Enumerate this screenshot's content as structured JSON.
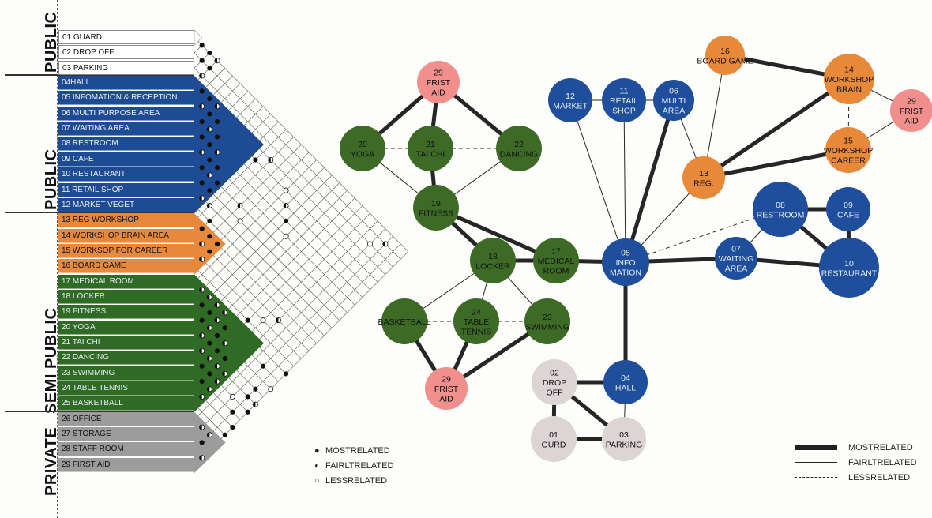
{
  "zones": [
    {
      "label": "PUBLIC",
      "color": "#ffffff",
      "text": "light"
    },
    {
      "label": "PUBLIC",
      "color": "#1d4c94",
      "text": "dark"
    },
    {
      "label": "PUBLIC",
      "color": "#e7883a",
      "text": "light"
    },
    {
      "label": "SEMI PUBLIC",
      "color": "#2f6b24",
      "text": "dark"
    },
    {
      "label": "PRIVATE",
      "color": "#9c9c9c",
      "text": "light"
    }
  ],
  "rooms": [
    {
      "label": "01 GUARD",
      "zone": 0
    },
    {
      "label": "02 DROP OFF",
      "zone": 0
    },
    {
      "label": "03 PARKING",
      "zone": 0
    },
    {
      "label": "04HALL",
      "zone": 1
    },
    {
      "label": "05 INFOMATION & RECEPTION",
      "zone": 1
    },
    {
      "label": "06 MULTI PURPOSE AREA",
      "zone": 1
    },
    {
      "label": "07 WAITING AREA",
      "zone": 1
    },
    {
      "label": "08 RESTROOM",
      "zone": 1
    },
    {
      "label": "09 CAFE",
      "zone": 1
    },
    {
      "label": "10 RESTAURANT",
      "zone": 1
    },
    {
      "label": "11 RETAIL SHOP",
      "zone": 1
    },
    {
      "label": "12 MARKET VEGET",
      "zone": 1
    },
    {
      "label": "13 REG WORKSHOP",
      "zone": 2
    },
    {
      "label": "14 WORKSHOP BRAIN AREA",
      "zone": 2
    },
    {
      "label": "15 WORKSOP FOR CAREER",
      "zone": 2
    },
    {
      "label": "16 BOARD GAME",
      "zone": 2
    },
    {
      "label": "17 MEDICAL ROOM",
      "zone": 3
    },
    {
      "label": "18 LOCKER",
      "zone": 3
    },
    {
      "label": "19 FITNESS",
      "zone": 3
    },
    {
      "label": "20 YOGA",
      "zone": 3
    },
    {
      "label": "21 TAI CHI",
      "zone": 3
    },
    {
      "label": "22 DANCING",
      "zone": 3
    },
    {
      "label": "23 SWIMMING",
      "zone": 3
    },
    {
      "label": "24 TABLE TENNIS",
      "zone": 3
    },
    {
      "label": "25 BASKETBALL",
      "zone": 3
    },
    {
      "label": "26 OFFICE",
      "zone": 4
    },
    {
      "label": "27 STORAGE",
      "zone": 4
    },
    {
      "label": "28 STAFF ROOM",
      "zone": 4
    },
    {
      "label": "29 FIRST AID",
      "zone": 4
    }
  ],
  "matrix_legend": [
    {
      "symbol": "●",
      "label": "MOSTRELATED"
    },
    {
      "symbol": "◐",
      "label": "FAIRLTRELATED"
    },
    {
      "symbol": "○",
      "label": "LESSRELATED"
    }
  ],
  "graph_legend": [
    {
      "style": "thick",
      "label": "MOSTRELATED"
    },
    {
      "style": "thin",
      "label": "FAIRLTRELATED"
    },
    {
      "style": "dashed",
      "label": "LESSRELATED"
    }
  ],
  "node_colors": {
    "grey": "#ddd4d6",
    "blue": "#1e4e9c",
    "orange": "#e8893a",
    "green": "#3d6b25",
    "red": "#f08f8c"
  },
  "nodes": [
    {
      "id": "fa_top",
      "lines": [
        "29",
        "FRIST",
        "AID"
      ],
      "color": "red"
    },
    {
      "id": "yoga",
      "lines": [
        "20",
        "YOGA"
      ],
      "color": "green"
    },
    {
      "id": "taichi",
      "lines": [
        "21",
        "TAI CHI"
      ],
      "color": "green"
    },
    {
      "id": "dancing",
      "lines": [
        "22",
        "DANCING"
      ],
      "color": "green"
    },
    {
      "id": "fitness",
      "lines": [
        "19",
        "FITNESS"
      ],
      "color": "green"
    },
    {
      "id": "locker",
      "lines": [
        "18",
        "LOCKER"
      ],
      "color": "green"
    },
    {
      "id": "medical",
      "lines": [
        "17",
        "MEDICAL",
        "ROOM"
      ],
      "color": "green"
    },
    {
      "id": "basketball",
      "lines": [
        "BASKETBALL"
      ],
      "color": "green"
    },
    {
      "id": "tennis",
      "lines": [
        "24",
        "TABLE",
        "TENNIS"
      ],
      "color": "green"
    },
    {
      "id": "swimming",
      "lines": [
        "23",
        "SWIMMING"
      ],
      "color": "green"
    },
    {
      "id": "fa_bottom",
      "lines": [
        "29",
        "FRIST",
        "AID"
      ],
      "color": "red"
    },
    {
      "id": "market",
      "lines": [
        "12",
        "MARKET"
      ],
      "color": "blue"
    },
    {
      "id": "retail",
      "lines": [
        "11",
        "RETAIL",
        "SHOP"
      ],
      "color": "blue"
    },
    {
      "id": "multi",
      "lines": [
        "06",
        "MULTI",
        "AREA"
      ],
      "color": "blue"
    },
    {
      "id": "info",
      "lines": [
        "05",
        "INFO",
        "MATION"
      ],
      "color": "blue"
    },
    {
      "id": "hall",
      "lines": [
        "04",
        "HALL"
      ],
      "color": "blue"
    },
    {
      "id": "waiting",
      "lines": [
        "07",
        "WAITING",
        "AREA"
      ],
      "color": "blue"
    },
    {
      "id": "restroom",
      "lines": [
        "08",
        "RESTROOM"
      ],
      "color": "blue"
    },
    {
      "id": "cafe",
      "lines": [
        "09",
        "CAFE"
      ],
      "color": "blue"
    },
    {
      "id": "restaurant",
      "lines": [
        "10",
        "RESTAURANT"
      ],
      "color": "blue"
    },
    {
      "id": "boardgame",
      "lines": [
        "16",
        "BOARD GAME"
      ],
      "color": "orange"
    },
    {
      "id": "brain",
      "lines": [
        "14",
        "WORKSHOP",
        "BRAIN"
      ],
      "color": "orange"
    },
    {
      "id": "fa_right",
      "lines": [
        "29",
        "FRIST",
        "AID"
      ],
      "color": "red"
    },
    {
      "id": "career",
      "lines": [
        "15",
        "WORKSHOP",
        "CAREER"
      ],
      "color": "orange"
    },
    {
      "id": "reg",
      "lines": [
        "13",
        "REG."
      ],
      "color": "orange"
    },
    {
      "id": "dropoff",
      "lines": [
        "02",
        "DROP",
        "OFF"
      ],
      "color": "grey"
    },
    {
      "id": "guard",
      "lines": [
        "01",
        "GURD"
      ],
      "color": "grey"
    },
    {
      "id": "parking",
      "lines": [
        "03",
        "PARKING"
      ],
      "color": "grey"
    }
  ],
  "edges": [
    [
      "fa_top",
      "yoga",
      "thick"
    ],
    [
      "fa_top",
      "taichi",
      "thick"
    ],
    [
      "fa_top",
      "dancing",
      "thick"
    ],
    [
      "yoga",
      "taichi",
      "dashed"
    ],
    [
      "taichi",
      "dancing",
      "dashed"
    ],
    [
      "yoga",
      "fitness",
      "thin"
    ],
    [
      "taichi",
      "fitness",
      "thick"
    ],
    [
      "dancing",
      "fitness",
      "thin"
    ],
    [
      "fitness",
      "locker",
      "thick"
    ],
    [
      "fitness",
      "medical",
      "thick"
    ],
    [
      "locker",
      "medical",
      "thick"
    ],
    [
      "medical",
      "info",
      "thick"
    ],
    [
      "locker",
      "basketball",
      "thin"
    ],
    [
      "locker",
      "tennis",
      "thin"
    ],
    [
      "locker",
      "swimming",
      "thin"
    ],
    [
      "basketball",
      "tennis",
      "dashed"
    ],
    [
      "tennis",
      "swimming",
      "dashed"
    ],
    [
      "basketball",
      "fa_bottom",
      "thick"
    ],
    [
      "tennis",
      "fa_bottom",
      "thick"
    ],
    [
      "swimming",
      "fa_bottom",
      "thick"
    ],
    [
      "market",
      "info",
      "thin"
    ],
    [
      "retail",
      "info",
      "thin"
    ],
    [
      "multi",
      "info",
      "thick"
    ],
    [
      "market",
      "retail",
      "thin"
    ],
    [
      "retail",
      "multi",
      "thin"
    ],
    [
      "multi",
      "reg",
      "thin"
    ],
    [
      "boardgame",
      "reg",
      "thin"
    ],
    [
      "boardgame",
      "brain",
      "thick"
    ],
    [
      "brain",
      "reg",
      "thick"
    ],
    [
      "career",
      "reg",
      "thick"
    ],
    [
      "brain",
      "fa_right",
      "thin"
    ],
    [
      "fa_right",
      "career",
      "thin"
    ],
    [
      "brain",
      "career",
      "dashed"
    ],
    [
      "info",
      "restroom",
      "dashed"
    ],
    [
      "info",
      "reg",
      "thin"
    ],
    [
      "info",
      "waiting",
      "thick"
    ],
    [
      "waiting",
      "restaurant",
      "thick"
    ],
    [
      "waiting",
      "restroom",
      "thin"
    ],
    [
      "restroom",
      "cafe",
      "thick"
    ],
    [
      "restroom",
      "restaurant",
      "thick"
    ],
    [
      "cafe",
      "restaurant",
      "thick"
    ],
    [
      "info",
      "hall",
      "thick"
    ],
    [
      "hall",
      "dropoff",
      "thick"
    ],
    [
      "hall",
      "parking",
      "thin"
    ],
    [
      "dropoff",
      "guard",
      "thick"
    ],
    [
      "dropoff",
      "parking",
      "thick"
    ],
    [
      "guard",
      "parking",
      "thick"
    ]
  ]
}
